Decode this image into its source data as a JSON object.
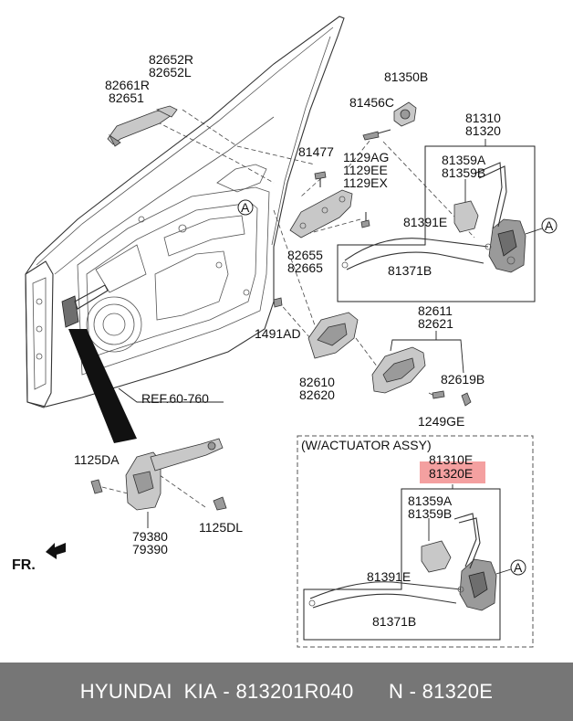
{
  "diagram": {
    "labels": {
      "p82652": "82652R\n82652L",
      "p82661": "82661R\n82651",
      "p81350": "81350B",
      "p81456": "81456C",
      "p81310": "81310\n81320",
      "p81477": "81477",
      "p1129": "1129AG\n1129EE\n1129EX",
      "p81359": "81359A\n81359B",
      "callout_a1": "A",
      "callout_a2": "A",
      "callout_a3": "A",
      "p81391": "81391E",
      "p82655": "82655\n82665",
      "p81371": "81371B",
      "p82611": "82611\n82621",
      "p1491": "1491AD",
      "p82610": "82610\n82620",
      "p82619": "82619B",
      "ref": "REF.60-760",
      "p1249": "1249GE",
      "actuator_title": "(W/ACTUATOR ASSY)",
      "p81310e": "81310E",
      "p81320e": "81320E",
      "p1125da": "1125DA",
      "p81359_2": "81359A\n81359B",
      "p81391_2": "81391E",
      "p79380": "79380\n79390",
      "p1125dl": "1125DL",
      "p81371_2": "81371B",
      "fr": "FR."
    },
    "highlight_color": "#f08080"
  },
  "footer": {
    "brand": "HYUNDAI  KIA",
    "part_number": "813201R040",
    "code": "N - 81320E"
  }
}
